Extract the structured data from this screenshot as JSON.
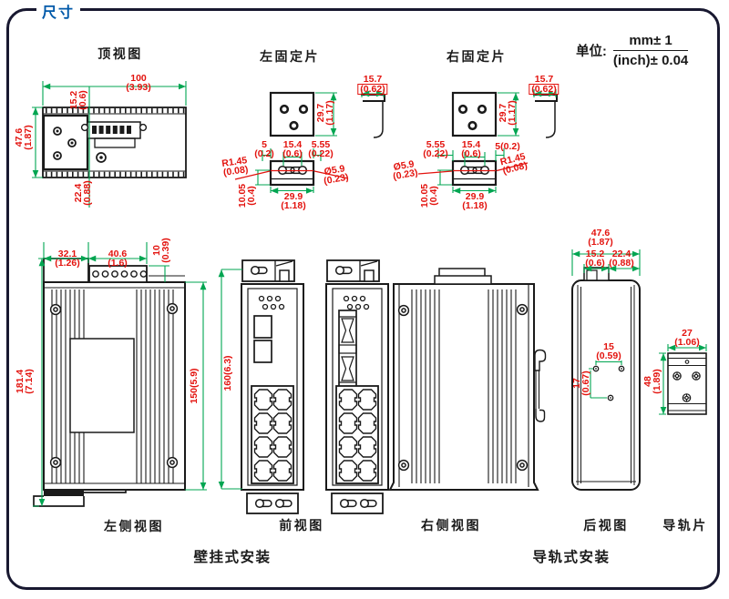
{
  "header": {
    "title": "尺寸"
  },
  "units": {
    "label": "单位:",
    "numerator": "mm± 1",
    "denominator": "(inch)± 0.04"
  },
  "mounting": {
    "wall": "壁挂式安装",
    "din": "导轨式安装"
  },
  "colors": {
    "accent_blue": "#0059A9",
    "dim_green": "#00A551",
    "dim_red": "#E3130E",
    "line_black": "#1a1a1a"
  },
  "views": {
    "top": {
      "label": "顶视图",
      "dims": {
        "width_mm": "100",
        "width_in": "(3.93)",
        "offset_mm": "15.2",
        "offset_in": "(0.6)",
        "height_mm": "47.6",
        "height_in": "(1.87)",
        "bottom_mm": "22.4",
        "bottom_in": "(0.88)"
      }
    },
    "left_fix": {
      "label": "左固定片",
      "dims": {
        "plate_mm": "29.7",
        "plate_in": "(1.17)",
        "side_mm": "15.7",
        "side_in": "(0.62)",
        "off1_mm": "5",
        "off1_in": "(0.2)",
        "mid_mm": "15.4",
        "mid_in": "(0.6)",
        "off2_mm": "5.55",
        "off2_in": "(0.22)",
        "radius_mm": "R1.45",
        "radius_in": "(0.08)",
        "dia_mm": "Ø5.9",
        "dia_in": "(0.23)",
        "tab_mm": "10.05",
        "tab_in": "(0.4)",
        "base_mm": "29.9",
        "base_in": "(1.18)"
      }
    },
    "right_fix": {
      "label": "右固定片",
      "dims": {
        "side_mm": "15.7",
        "side_in": "(0.62)",
        "plate_mm": "29.7",
        "plate_in": "(1.17)",
        "off2_mm": "5.55",
        "off2_in": "(0.22)",
        "mid_mm": "15.4",
        "mid_in": "(0.6)",
        "off1": "5(0.2)",
        "dia_mm": "Ø5.9",
        "dia_in": "(0.23)",
        "radius_mm": "R1.45",
        "radius_in": "(0.08)",
        "tab_mm": "10.05",
        "tab_in": "(0.4)",
        "base_mm": "29.9",
        "base_in": "(1.18)"
      }
    },
    "left_side": {
      "label": "左侧视图",
      "dims": {
        "a_mm": "32.1",
        "a_in": "(1.26)",
        "b_mm": "40.6",
        "b_in": "(1.6)",
        "c_mm": "10",
        "c_in": "(0.39)",
        "total_mm": "181.4",
        "total_in": "(7.14)",
        "body": "150(5.9)"
      }
    },
    "front": {
      "label": "前视图",
      "dims": {
        "body": "160(6.3)"
      }
    },
    "right_side": {
      "label": "右侧视图"
    },
    "rear": {
      "label": "后视图",
      "dims": {
        "w_mm": "47.6",
        "w_in": "(1.87)",
        "o1_mm": "15.2",
        "o1_in": "(0.6)",
        "o2_mm": "22.4",
        "o2_in": "(0.88)",
        "holes_mm": "15",
        "holes_in": "(0.59)",
        "holev_mm": "17",
        "holev_in": "(0.67)"
      }
    },
    "rail": {
      "label": "导轨片",
      "dims": {
        "w_mm": "27",
        "w_in": "(1.06)",
        "h_mm": "48",
        "h_in": "(1.89)"
      }
    }
  }
}
